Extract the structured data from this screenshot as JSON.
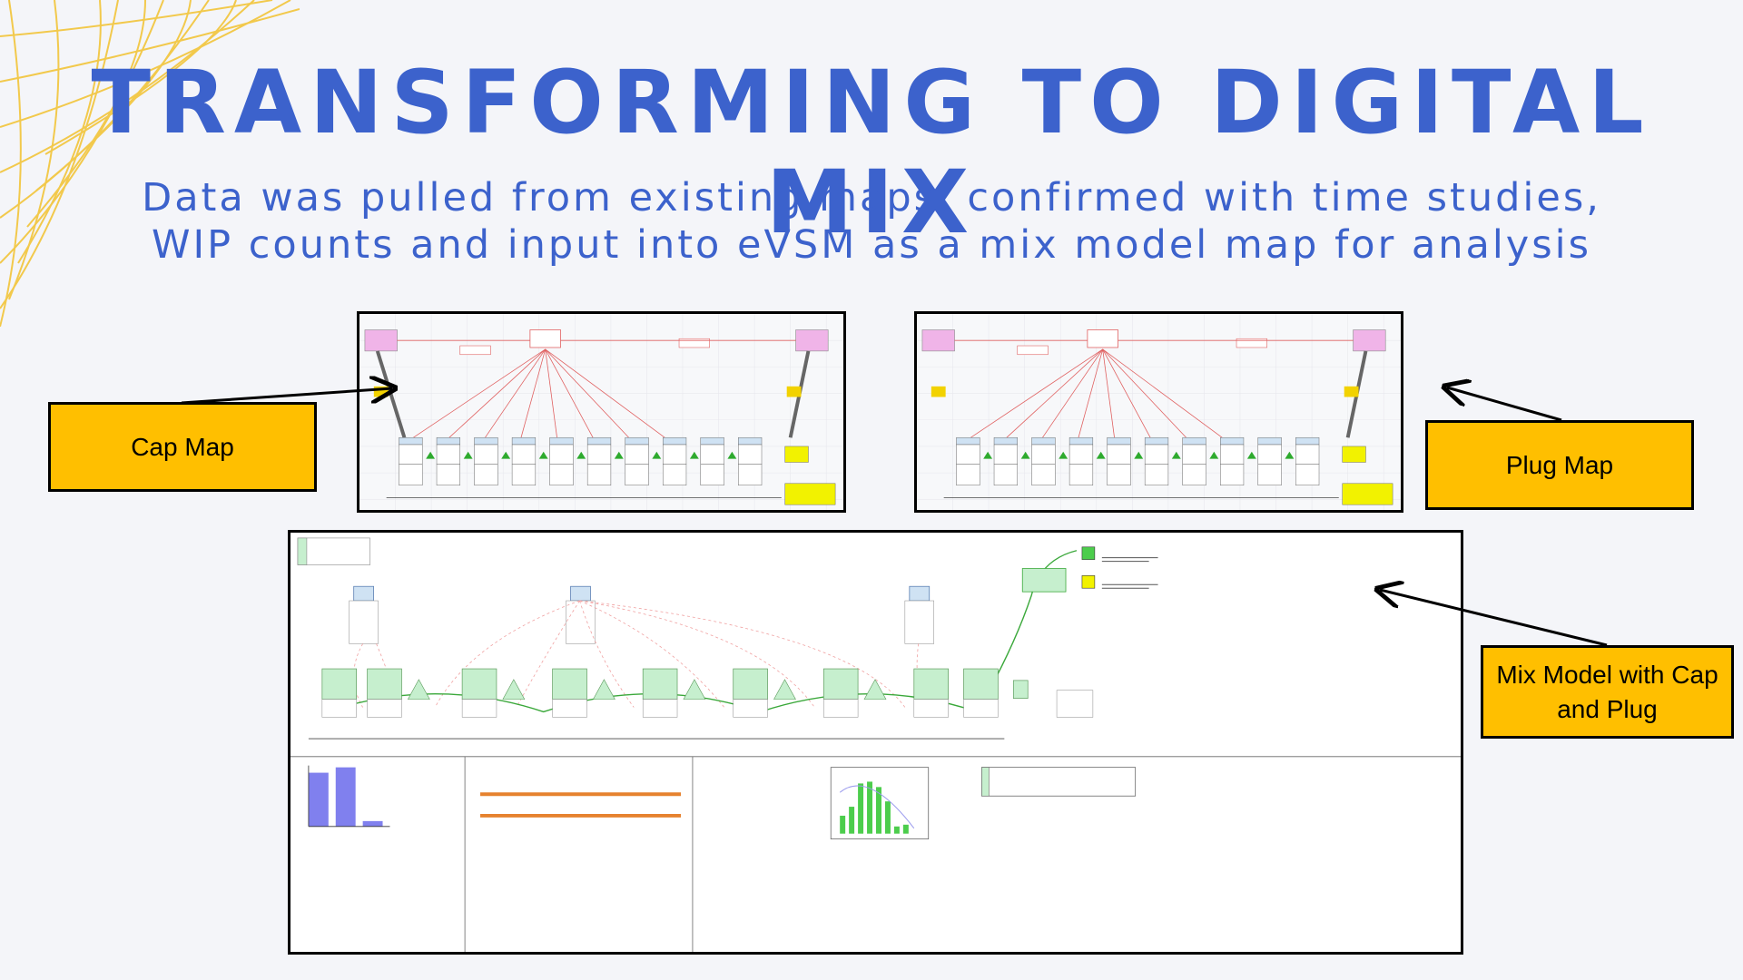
{
  "slide": {
    "title": "TRANSFORMING TO DIGITAL MIX",
    "subtitle_line1": "Data was pulled from existing maps, confirmed with time studies,",
    "subtitle_line2": "WIP counts and input into eVSM as a mix model map for analysis"
  },
  "callouts": {
    "cap_map": "Cap Map",
    "plug_map": "Plug Map",
    "mix_model_line1": "Mix Model with Cap",
    "mix_model_line2": "and Plug"
  },
  "colors": {
    "title": "#3c62cc",
    "callout_fill": "#ffbf00",
    "deco_lines": "#f2c94c",
    "map_green": "#c6efce",
    "map_red": "#e06060",
    "map_blue": "#cfe2f3"
  },
  "icons": [
    "arrow-pointer-icon",
    "decorative-grid-lines-icon"
  ]
}
